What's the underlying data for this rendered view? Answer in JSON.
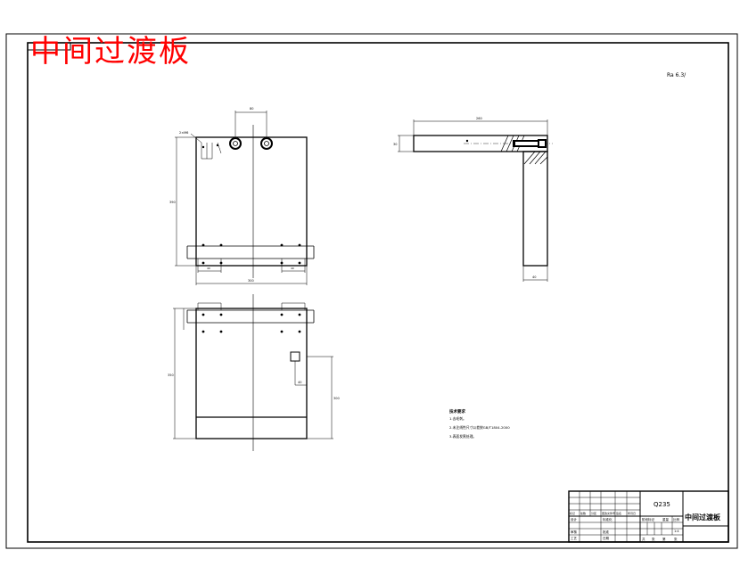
{
  "title": "中间过渡板",
  "roughness_note": "Ra 6.3/",
  "tech_requirements": {
    "heading": "技术要求",
    "items": [
      "1.去毛刺。",
      "2.未注线性尺寸公差按GB/T1804-2000",
      "3.表面发黑处理。"
    ]
  },
  "title_block": {
    "material": "Q235",
    "part_name": "中间过渡板",
    "row_labels": [
      "标记",
      "处数",
      "分区",
      "更改文件号",
      "签名",
      "年月日"
    ],
    "role_labels": [
      "设计",
      "审核",
      "工艺"
    ],
    "role_labels_mid": [
      "标准化",
      "批准",
      "日期"
    ],
    "stage_labels": [
      "阶段标记",
      "重量",
      "比例"
    ],
    "scale": "1:4",
    "sheet_labels": [
      "共",
      "张",
      "第",
      "张"
    ]
  },
  "dimensions": {
    "front": {
      "top_width": "80",
      "left_height": "390",
      "bottom_width": "300",
      "corner_note": "2×M6",
      "small_left": "40",
      "small_right": "40"
    },
    "side": {
      "length": "260",
      "thickness": "30",
      "bottom": "40"
    },
    "bottom": {
      "height": "350",
      "right_height": "300",
      "hole_offset": "40"
    }
  }
}
